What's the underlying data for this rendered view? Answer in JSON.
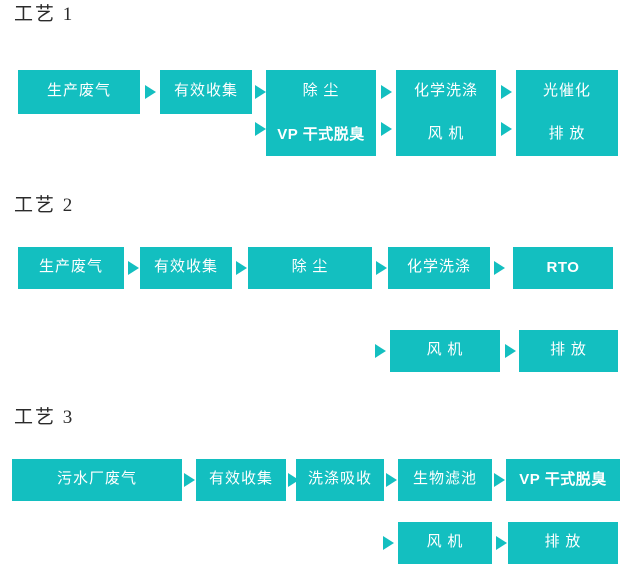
{
  "theme": {
    "accent": "#13bfc0",
    "background": "#ffffff",
    "title_color": "#2b2b2b",
    "node_text_color": "#ffffff"
  },
  "sections": [
    {
      "title": "工艺 1",
      "nodes": [
        {
          "lines": [
            "生产废气"
          ]
        },
        {
          "lines": [
            "有效收集"
          ]
        },
        {
          "lines": [
            "除 尘",
            "VP 干式脱臭"
          ]
        },
        {
          "lines": [
            "化学洗涤",
            "风 机"
          ]
        },
        {
          "lines": [
            "光催化",
            "排 放"
          ]
        }
      ]
    },
    {
      "title": "工艺 2",
      "nodes": [
        {
          "lines": [
            "生产废气"
          ]
        },
        {
          "lines": [
            "有效收集"
          ]
        },
        {
          "lines": [
            "除 尘"
          ]
        },
        {
          "lines": [
            "化学洗涤"
          ]
        },
        {
          "lines": [
            "RTO"
          ]
        },
        {
          "lines": [
            "风 机"
          ]
        },
        {
          "lines": [
            "排 放"
          ]
        }
      ]
    },
    {
      "title": "工艺 3",
      "nodes": [
        {
          "lines": [
            "污水厂废气"
          ]
        },
        {
          "lines": [
            "有效收集"
          ]
        },
        {
          "lines": [
            "洗涤吸收"
          ]
        },
        {
          "lines": [
            "生物滤池"
          ]
        },
        {
          "lines": [
            "VP 干式脱臭"
          ]
        },
        {
          "lines": [
            "风 机"
          ]
        },
        {
          "lines": [
            "排 放"
          ]
        }
      ]
    }
  ],
  "icons": {
    "arrow": "arrow-right-icon"
  }
}
